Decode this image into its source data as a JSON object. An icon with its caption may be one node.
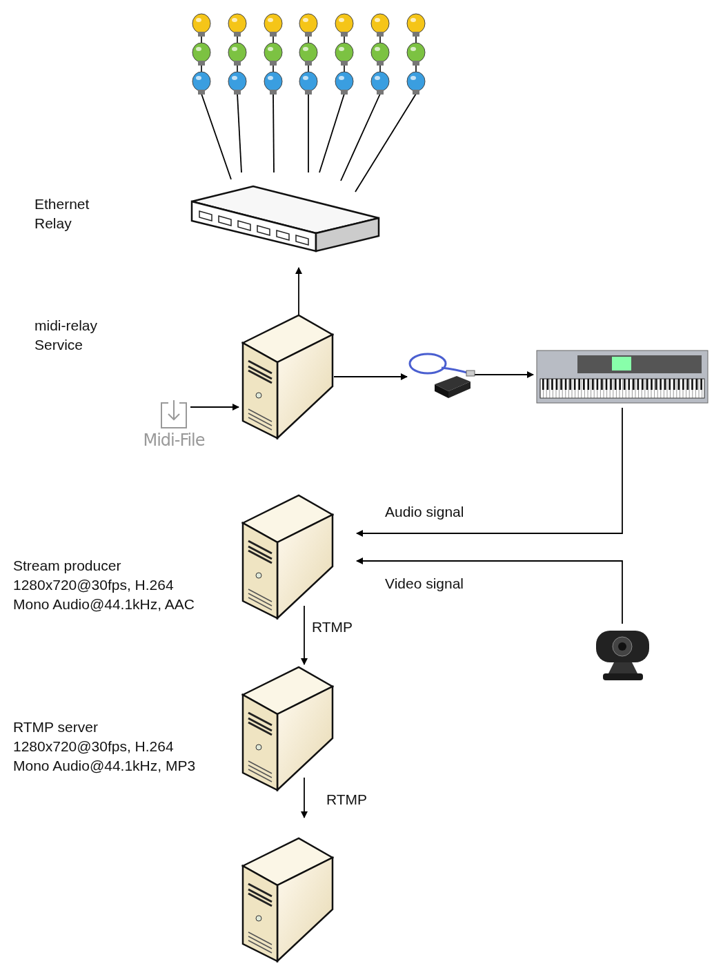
{
  "diagram": {
    "nodes": [
      {
        "text": [],
        "shape": "picture"
      },
      {
        "text": [],
        "shape": "picture"
      },
      {
        "text": [],
        "shape": "picture"
      },
      {
        "text": [],
        "shape": "picture"
      },
      {
        "text": [],
        "shape": "picture"
      },
      {
        "text": [],
        "shape": "picture"
      },
      {
        "text": [],
        "shape": "picture"
      },
      {
        "text": [],
        "shape": "picture"
      },
      {
        "text": [],
        "shape": "picture"
      },
      {
        "text": [
          "Midi-File"
        ]
      },
      {
        "text": [],
        "shape": "picture"
      },
      {
        "text": [],
        "shape": "picture"
      },
      {
        "text": [],
        "shape": "picture",
        "beside": [
          "Stream producer",
          "1280x720@30fps, H.264",
          "Mono Audio@44.1kHz, AAC"
        ]
      },
      {
        "text": [],
        "shape": "picture"
      },
      {
        "text": [],
        "shape": "picture",
        "beside": [
          "RTMP server",
          "1280x720@30fps, H.264",
          "Mono Audio@44.1kHz, MP3"
        ]
      },
      {
        "text": [],
        "shape": "picture"
      }
    ],
    "edges": [
      {
        "from": 0,
        "to": 7,
        "arrow": "none"
      },
      {
        "from": 1,
        "to": 7,
        "arrow": "none"
      },
      {
        "from": 2,
        "to": 7,
        "arrow": "none"
      },
      {
        "from": 3,
        "to": 7,
        "arrow": "none"
      },
      {
        "from": 4,
        "to": 7,
        "arrow": "none"
      },
      {
        "from": 5,
        "to": 7,
        "arrow": "none"
      },
      {
        "from": 6,
        "to": 7,
        "arrow": "none"
      },
      {
        "from": 8,
        "to": 7,
        "arrow": "to"
      },
      {
        "from": 9,
        "to": 8,
        "arrow": "to"
      },
      {
        "from": 8,
        "to": 10,
        "arrow": "to"
      },
      {
        "from": 10,
        "to": 11,
        "arrow": "to"
      },
      {
        "from": 11,
        "to": 12,
        "arrow": "to",
        "label": "Audio signal"
      },
      {
        "from": 13,
        "to": 12,
        "arrow": "to",
        "label": "Video signal"
      },
      {
        "from": 12,
        "to": 14,
        "arrow": "to",
        "label": "RTMP"
      },
      {
        "from": 14,
        "to": 15,
        "arrow": "to",
        "label": "RTMP"
      }
    ],
    "labels": [
      "Ethernet Relay",
      "midi-relay Service"
    ]
  }
}
